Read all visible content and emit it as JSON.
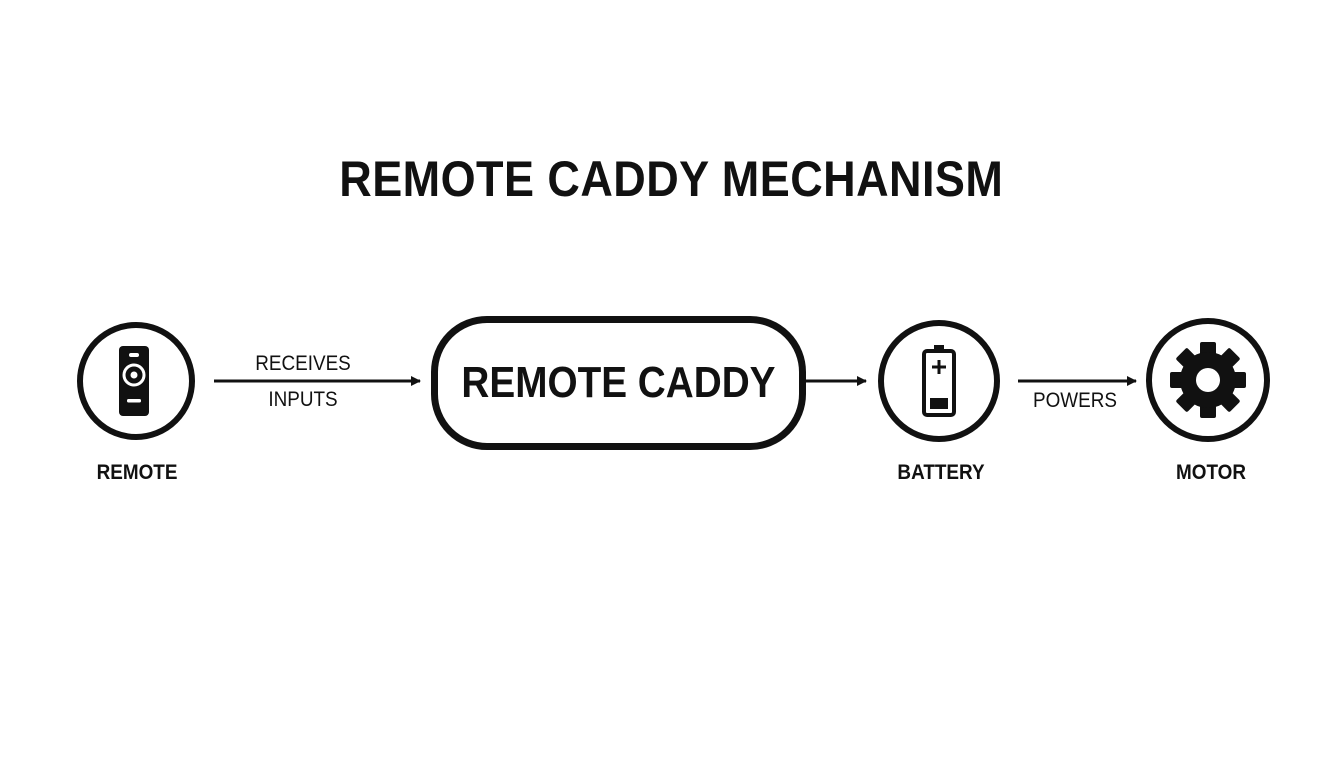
{
  "title": "REMOTE CADDY MECHANISM",
  "nodes": {
    "remote": {
      "label": "REMOTE",
      "icon": "remote-control-icon"
    },
    "caddy": {
      "label": "REMOTE CADDY"
    },
    "battery": {
      "label": "BATTERY",
      "icon": "battery-icon"
    },
    "motor": {
      "label": "MOTOR",
      "icon": "gear-icon"
    }
  },
  "edges": {
    "remote_to_caddy": {
      "label_line1": "RECEIVES",
      "label_line2": "INPUTS"
    },
    "caddy_to_battery": {
      "label": ""
    },
    "battery_to_motor": {
      "label": "POWERS"
    }
  },
  "colors": {
    "stroke": "#111111",
    "background": "#ffffff"
  }
}
